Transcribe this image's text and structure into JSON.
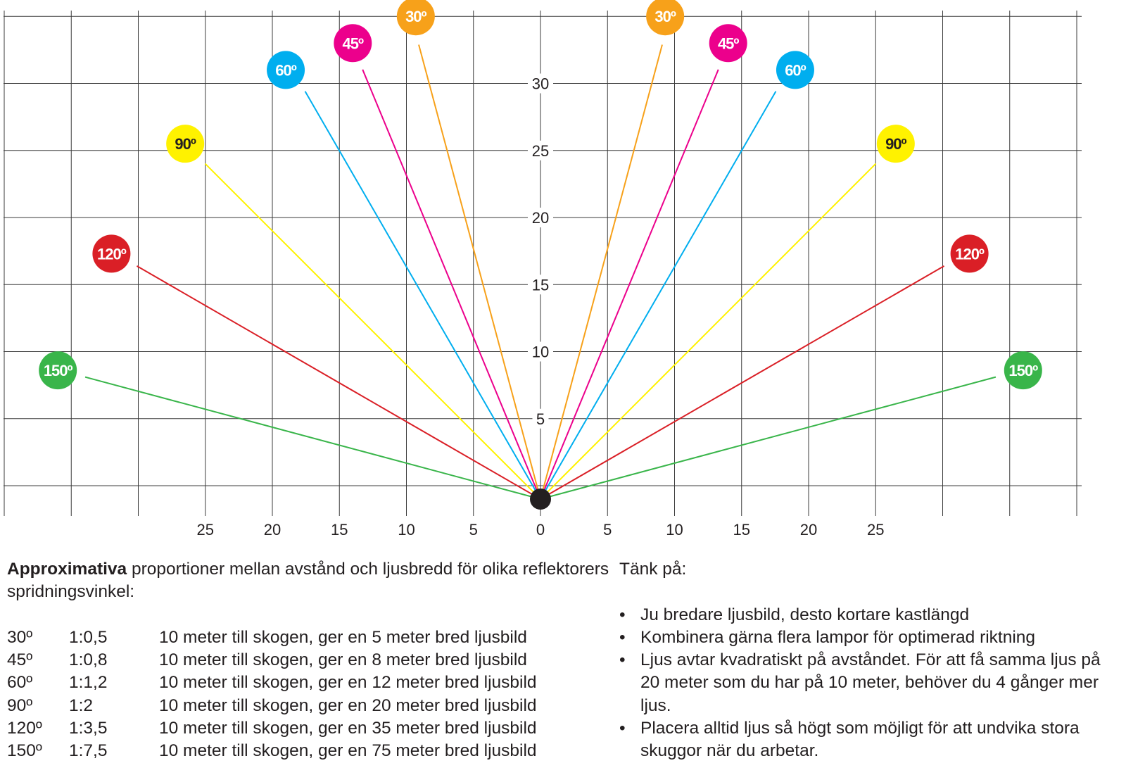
{
  "diagram": {
    "x_tick_labels": [
      "25",
      "20",
      "15",
      "10",
      "5",
      "0",
      "5",
      "10",
      "15",
      "20",
      "25"
    ],
    "y_tick_labels": [
      "5",
      "10",
      "15",
      "20",
      "25",
      "30"
    ],
    "beams": [
      {
        "angle": 30,
        "label": "30º",
        "color": "#f7a11a",
        "text_color": "#ffffff",
        "fans": [
          {
            "side": "left",
            "label_dx": -9.3,
            "label_dy": 36
          },
          {
            "side": "right",
            "label_dx": 9.3,
            "label_dy": 36
          }
        ]
      },
      {
        "angle": 45,
        "label": "45º",
        "color": "#ec008c",
        "text_color": "#ffffff",
        "fans": [
          {
            "side": "left",
            "label_dx": -14,
            "label_dy": 34
          },
          {
            "side": "right",
            "label_dx": 14,
            "label_dy": 34
          }
        ]
      },
      {
        "angle": 60,
        "label": "60º",
        "color": "#00aeef",
        "text_color": "#ffffff",
        "fans": [
          {
            "side": "left",
            "label_dx": -19,
            "label_dy": 32
          },
          {
            "side": "right",
            "label_dx": 19,
            "label_dy": 32
          }
        ]
      },
      {
        "angle": 90,
        "label": "90º",
        "color": "#fff200",
        "text_color": "#231f20",
        "fans": [
          {
            "side": "left",
            "label_dx": -26.5,
            "label_dy": 26.5
          },
          {
            "side": "right",
            "label_dx": 26.5,
            "label_dy": 26.5
          }
        ]
      },
      {
        "angle": 120,
        "label": "120º",
        "color": "#da1f26",
        "text_color": "#ffffff",
        "fans": [
          {
            "side": "left",
            "label_dx": -32,
            "label_dy": 18.3
          },
          {
            "side": "right",
            "label_dx": 32,
            "label_dy": 18.3
          }
        ]
      },
      {
        "angle": 150,
        "label": "150º",
        "color": "#39b54a",
        "text_color": "#ffffff",
        "fans": [
          {
            "side": "left",
            "label_dx": -36,
            "label_dy": 9.6
          },
          {
            "side": "right",
            "label_dx": 36,
            "label_dy": 9.6
          }
        ]
      }
    ]
  },
  "info": {
    "intro_bold": "Approximativa",
    "intro_rest": " proportioner mellan avstånd och ljusbredd för olika reflektorers spridningsvinkel:",
    "rows": [
      {
        "angle": "30º",
        "ratio": "1:0,5",
        "desc": "10 meter till skogen, ger en 5 meter bred ljusbild"
      },
      {
        "angle": "45º",
        "ratio": "1:0,8",
        "desc": "10 meter till skogen, ger en 8 meter bred ljusbild"
      },
      {
        "angle": "60º",
        "ratio": "1:1,2",
        "desc": "10 meter till skogen, ger en 12 meter bred ljusbild"
      },
      {
        "angle": "90º",
        "ratio": "1:2",
        "desc": "10 meter till skogen, ger en 20 meter bred ljusbild"
      },
      {
        "angle": "120º",
        "ratio": "1:3,5",
        "desc": "10 meter till skogen, ger en 35 meter bred ljusbild"
      },
      {
        "angle": "150º",
        "ratio": "1:7,5",
        "desc": "10 meter till skogen, ger en 75 meter bred ljusbild"
      }
    ],
    "tips_title": "Tänk på:",
    "tips": [
      "Ju bredare ljusbild, desto kortare kastlängd",
      "Kombinera gärna flera lampor för optimerad riktning",
      "Ljus avtar kvadratiskt på avståndet. För att få samma ljus på 20 meter som du har på 10 meter, behöver du 4 gånger mer ljus.",
      "Placera alltid ljus så högt som möjligt för att undvika stora skuggor när du arbetar."
    ]
  }
}
